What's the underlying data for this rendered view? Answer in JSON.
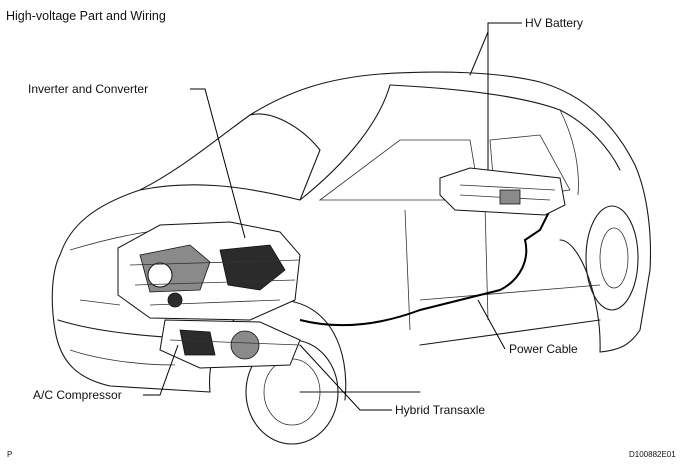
{
  "title": "High-voltage Part and Wiring",
  "labels": {
    "hv_battery": "HV Battery",
    "inverter": "Inverter and Converter",
    "power_cable": "Power Cable",
    "ac_compressor": "A/C Compressor",
    "hybrid_transaxle": "Hybrid Transaxle"
  },
  "footer": {
    "page_mark": "P",
    "figure_code": "D100882E01"
  }
}
